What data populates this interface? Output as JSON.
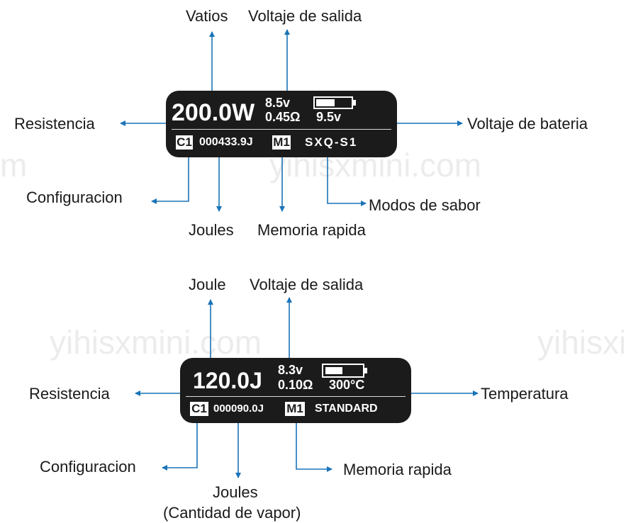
{
  "colors": {
    "accent": "#1a73b8",
    "screen": "#1b1b1b"
  },
  "diagram1": {
    "screen": {
      "main_value": "200.0W",
      "output_voltage": "8.5v",
      "resistance": "0.45Ω",
      "battery_voltage": "9.5v",
      "config_badge": "C1",
      "joules_counter": "000433.9J",
      "memory_badge": "M1",
      "mode": "SXQ-S1",
      "battery_level": 0.5
    },
    "labels": {
      "watts": "Vatios",
      "output_voltage": "Voltaje de salida",
      "resistance": "Resistencia",
      "battery_voltage": "Voltaje de bateria",
      "configuration": "Configuracion",
      "joules": "Joules",
      "quick_memory": "Memoria rapida",
      "flavor_modes": "Modos de sabor"
    }
  },
  "diagram2": {
    "screen": {
      "main_value": "120.0J",
      "output_voltage": "8.3v",
      "resistance": "0.10Ω",
      "temperature": "300°C",
      "config_badge": "C1",
      "joules_counter": "000090.0J",
      "memory_badge": "M1",
      "mode": "STANDARD",
      "battery_level": 0.5
    },
    "labels": {
      "joule": "Joule",
      "output_voltage": "Voltaje de salida",
      "resistance": "Resistencia",
      "temperature": "Temperatura",
      "configuration": "Configuracion",
      "joules": "Joules",
      "joules_sub": "(Cantidad de vapor)",
      "quick_memory": "Memoria rapida"
    }
  },
  "watermarks": [
    "m",
    "yihisxmini.com",
    "yihisxmini.com",
    "yihisxi"
  ]
}
